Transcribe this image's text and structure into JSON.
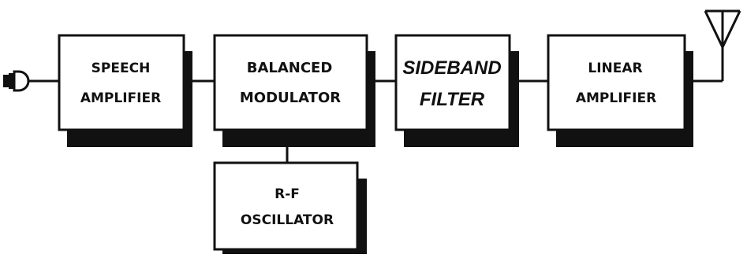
{
  "diagram": {
    "blocks": {
      "speech_amplifier": {
        "line1": "SPEECH",
        "line2": "AMPLIFIER"
      },
      "balanced_modulator": {
        "line1": "BALANCED",
        "line2": "MODULATOR"
      },
      "sideband_filter": {
        "line1": "SIDEBAND",
        "line2": "FILTER"
      },
      "linear_amplifier": {
        "line1": "LINEAR",
        "line2": "AMPLIFIER"
      },
      "rf_oscillator": {
        "line1": "R-F",
        "line2": "OSCILLATOR"
      }
    },
    "input_device": "microphone-icon",
    "output_device": "antenna-icon",
    "colors": {
      "ink": "#111111",
      "shadow": "#111111",
      "background": "#ffffff"
    }
  }
}
